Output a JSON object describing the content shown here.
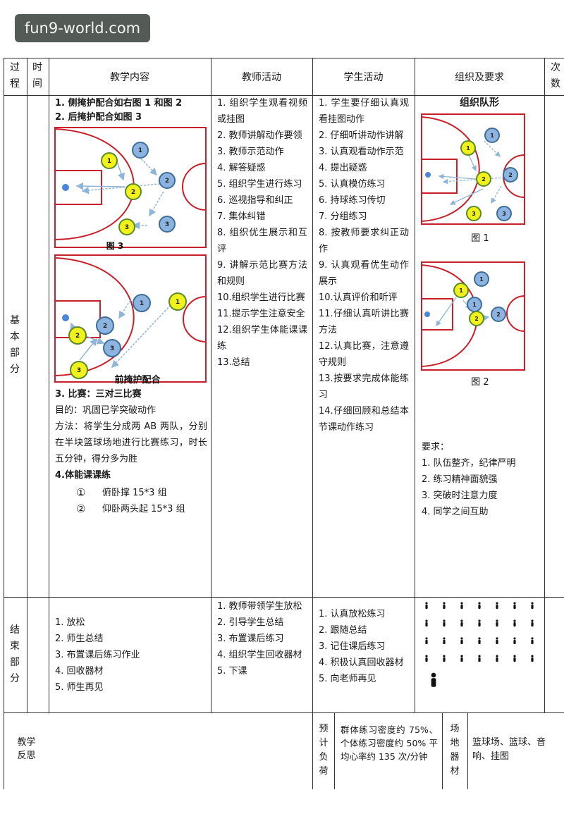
{
  "watermark": "fun9-world.com",
  "header": {
    "process": [
      "过",
      "程"
    ],
    "time": [
      "时",
      "间"
    ],
    "content": "教学内容",
    "teacher": "教师活动",
    "student": "学生活动",
    "org": "组织及要求",
    "count": [
      "次",
      "数"
    ]
  },
  "basic": {
    "label": [
      "基",
      "本",
      "部",
      "分"
    ],
    "content": {
      "item1": "1. 侧掩护配合如右图 1 和图 2",
      "item2": "2. 后掩护配合如图 3",
      "fig3_caption": "图 3",
      "fig_front_caption": "前掩护配合",
      "item3": "3. 比赛：三对三比赛",
      "purpose": "目的：巩固已学突破动作",
      "method": "方法：将学生分成两 AB 两队，分别在半块篮球场地进行比赛练习，时长五分钟，得分多为胜",
      "item4": "4.体能课课练",
      "sub1_mark": "①",
      "sub1": "俯卧撑 15*3 组",
      "sub2_mark": "②",
      "sub2": "仰卧两头起 15*3 组"
    },
    "teacher": [
      "1. 组织学生观看视频或挂图",
      "2. 教师讲解动作要领",
      "3. 教师示范动作",
      "4. 解答疑惑",
      "5. 组织学生进行练习",
      "6. 巡视指导和纠正",
      "7. 集体纠错",
      "8. 组织优生展示和互评",
      "9. 讲解示范比赛方法和规则",
      "10.组织学生进行比赛",
      "11.提示学生注意安全",
      "12.组织学生体能课课练",
      "13.总结"
    ],
    "student": [
      "1. 学生要仔细认真观看挂图动作",
      "2. 仔细听讲动作讲解",
      "3. 认真观看动作示范",
      "4. 提出疑惑",
      "5. 认真模仿练习",
      "6. 持球练习传切",
      "7. 分组练习",
      "8. 按教师要求纠正动作",
      "9. 认真观看优生动作展示",
      "10.认真评价和听评",
      "11.仔细认真听讲比赛方法",
      "12.认真比赛，注意遵守规则",
      "13.按要求完成体能练习",
      "14.仔细回顾和总结本节课动作练习"
    ],
    "org": {
      "title": "组织队形",
      "fig1_caption": "图 1",
      "fig2_caption": "图 2",
      "req_title": "要求：",
      "reqs": [
        "1. 队伍整齐，纪律严明",
        "2. 练习精神面貌强",
        "3. 突破时注意力度",
        "4. 同学之间互助"
      ]
    }
  },
  "end": {
    "label": [
      "结",
      "束",
      "部",
      "分"
    ],
    "content": [
      "1. 放松",
      "2. 师生总结",
      "3. 布置课后练习作业",
      "4. 回收器材",
      "5. 师生再见"
    ],
    "teacher": [
      "1. 教师带领学生放松",
      "2. 引导学生总结",
      "3. 布置课后练习",
      "4. 组织学生回收器材",
      "5. 下课"
    ],
    "student": [
      "1. 认真放松练习",
      "2. 跟随总结",
      "3. 记住课后练习",
      "4. 积极认真回收器材",
      "5. 向老师再见"
    ]
  },
  "footer": {
    "reflect": [
      "教学",
      "反思"
    ],
    "load_label": [
      "预",
      "计",
      "负",
      "荷"
    ],
    "load_text": "群体练习密度约 75%、个体练习密度约 50% 平均心率约 135 次/分钟",
    "venue_label": [
      "场",
      "地",
      "器",
      "材"
    ],
    "venue_text": "篮球场、篮球、音响、挂图"
  },
  "colors": {
    "court": "#c8202a",
    "marker_yellow": "#f1f11c",
    "marker_blue": "#8db4e0",
    "arrow": "#8fb5d8"
  }
}
